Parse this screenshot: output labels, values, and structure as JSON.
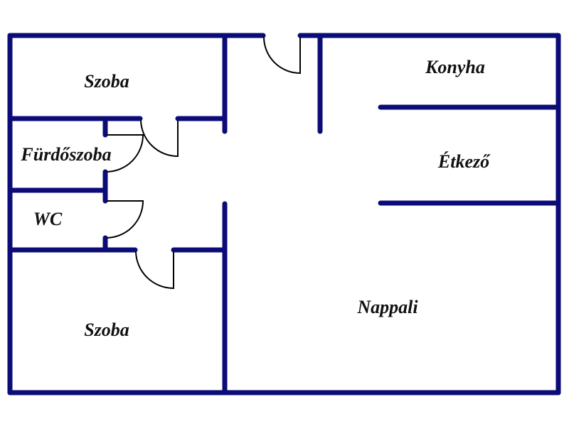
{
  "colors": {
    "wall": "#0c0c78",
    "door": "#000000"
  },
  "rooms": {
    "szoba_top": "Szoba",
    "furdoszoba": "Fürdőszoba",
    "wc": "WC",
    "konyha": "Konyha",
    "etkezo": "Étkező",
    "nappali": "Nappali",
    "szoba_bottom": "Szoba"
  }
}
